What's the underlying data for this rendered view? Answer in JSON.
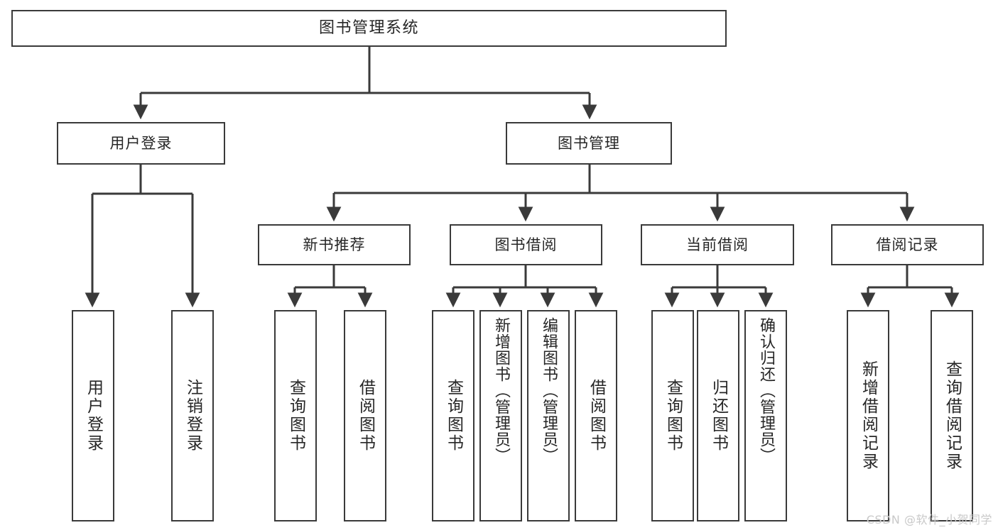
{
  "diagram": {
    "title": "图书管理系统",
    "type": "tree",
    "watermark": "CSDN @软件_小贺同学",
    "colors": {
      "box_border": "#3a3a3a",
      "box_fill": "#ffffff",
      "connector": "#3a3a3a",
      "text": "#262626",
      "watermark": "#c9c9c9"
    },
    "nodes": {
      "root": {
        "label": "图书管理系统"
      },
      "level2": [
        {
          "id": "user-login",
          "label": "用户登录"
        },
        {
          "id": "book-manage",
          "label": "图书管理"
        }
      ],
      "level3": [
        {
          "id": "new-book-recommend",
          "label": "新书推荐"
        },
        {
          "id": "book-borrow",
          "label": "图书借阅"
        },
        {
          "id": "current-borrow",
          "label": "当前借阅"
        },
        {
          "id": "borrow-record",
          "label": "借阅记录"
        }
      ],
      "leaves": {
        "user-login": [
          {
            "id": "leaf-user-login",
            "label": "用户登录"
          },
          {
            "id": "leaf-logout-login",
            "label": "注销登录"
          }
        ],
        "new-book-recommend": [
          {
            "id": "leaf-query-book-1",
            "label": "查询图书"
          },
          {
            "id": "leaf-borrow-book-1",
            "label": "借阅图书"
          }
        ],
        "book-borrow": [
          {
            "id": "leaf-query-book-2",
            "label": "查询图书"
          },
          {
            "id": "leaf-add-book",
            "label": "新增图书（管理员）"
          },
          {
            "id": "leaf-edit-book",
            "label": "编辑图书（管理员）"
          },
          {
            "id": "leaf-borrow-book-2",
            "label": "借阅图书"
          }
        ],
        "current-borrow": [
          {
            "id": "leaf-query-book-3",
            "label": "查询图书"
          },
          {
            "id": "leaf-return-book",
            "label": "归还图书"
          },
          {
            "id": "leaf-confirm-return",
            "label": "确认归还（管理员）"
          }
        ],
        "borrow-record": [
          {
            "id": "leaf-add-record",
            "label": "新增借阅记录"
          },
          {
            "id": "leaf-query-record",
            "label": "查询借阅记录"
          }
        ]
      }
    }
  }
}
